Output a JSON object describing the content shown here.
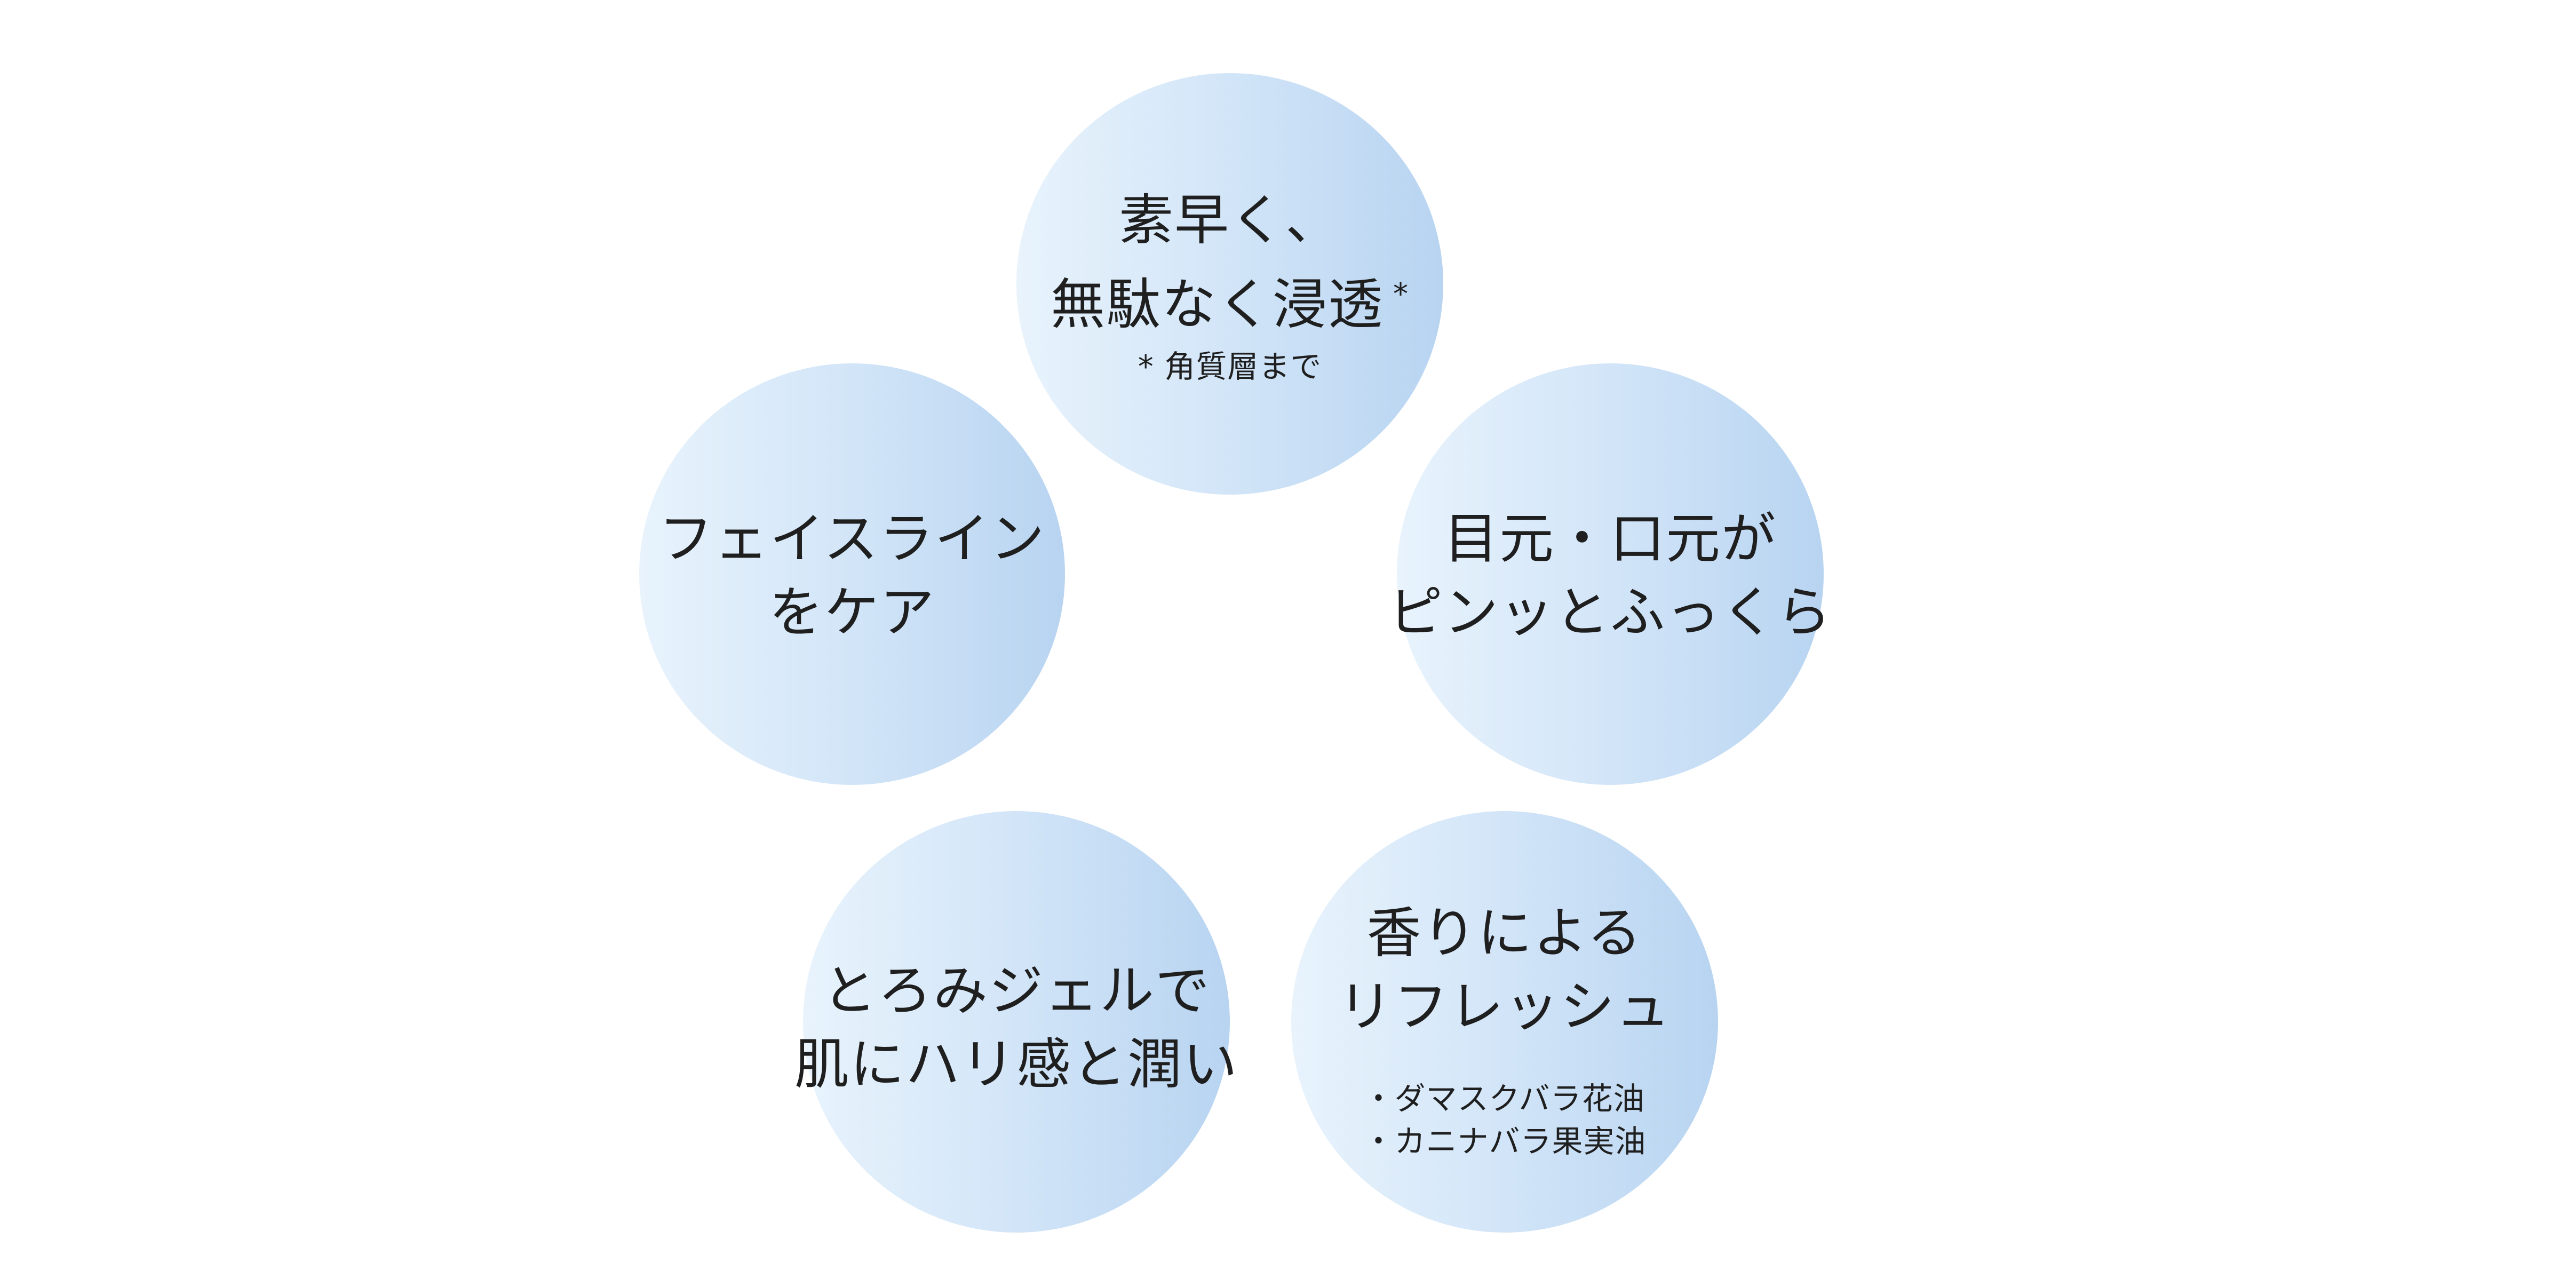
{
  "bubbles": {
    "top": {
      "lines": [
        "素早く、",
        "無駄なく浸透"
      ],
      "mark": "*",
      "note": "* 角質層まで"
    },
    "left": {
      "lines": [
        "フェイスライン",
        "をケア"
      ]
    },
    "right": {
      "lines": [
        "目元・口元が",
        "ピンッとふっくら"
      ]
    },
    "bottom_left": {
      "lines": [
        "とろみジェルで",
        "肌にハリ感と潤い"
      ]
    },
    "bottom_right": {
      "lines": [
        "香りによる",
        "リフレッシュ"
      ],
      "notes": [
        "・ダマスクバラ花油",
        "・カニナバラ果実油"
      ]
    }
  },
  "colors": {
    "bubble_gradient_start": "#e8f3fc",
    "bubble_gradient_mid": "#d2e5f8",
    "bubble_gradient_end": "#b8d4f1",
    "text": "#1f1f1f",
    "background": "#ffffff"
  }
}
